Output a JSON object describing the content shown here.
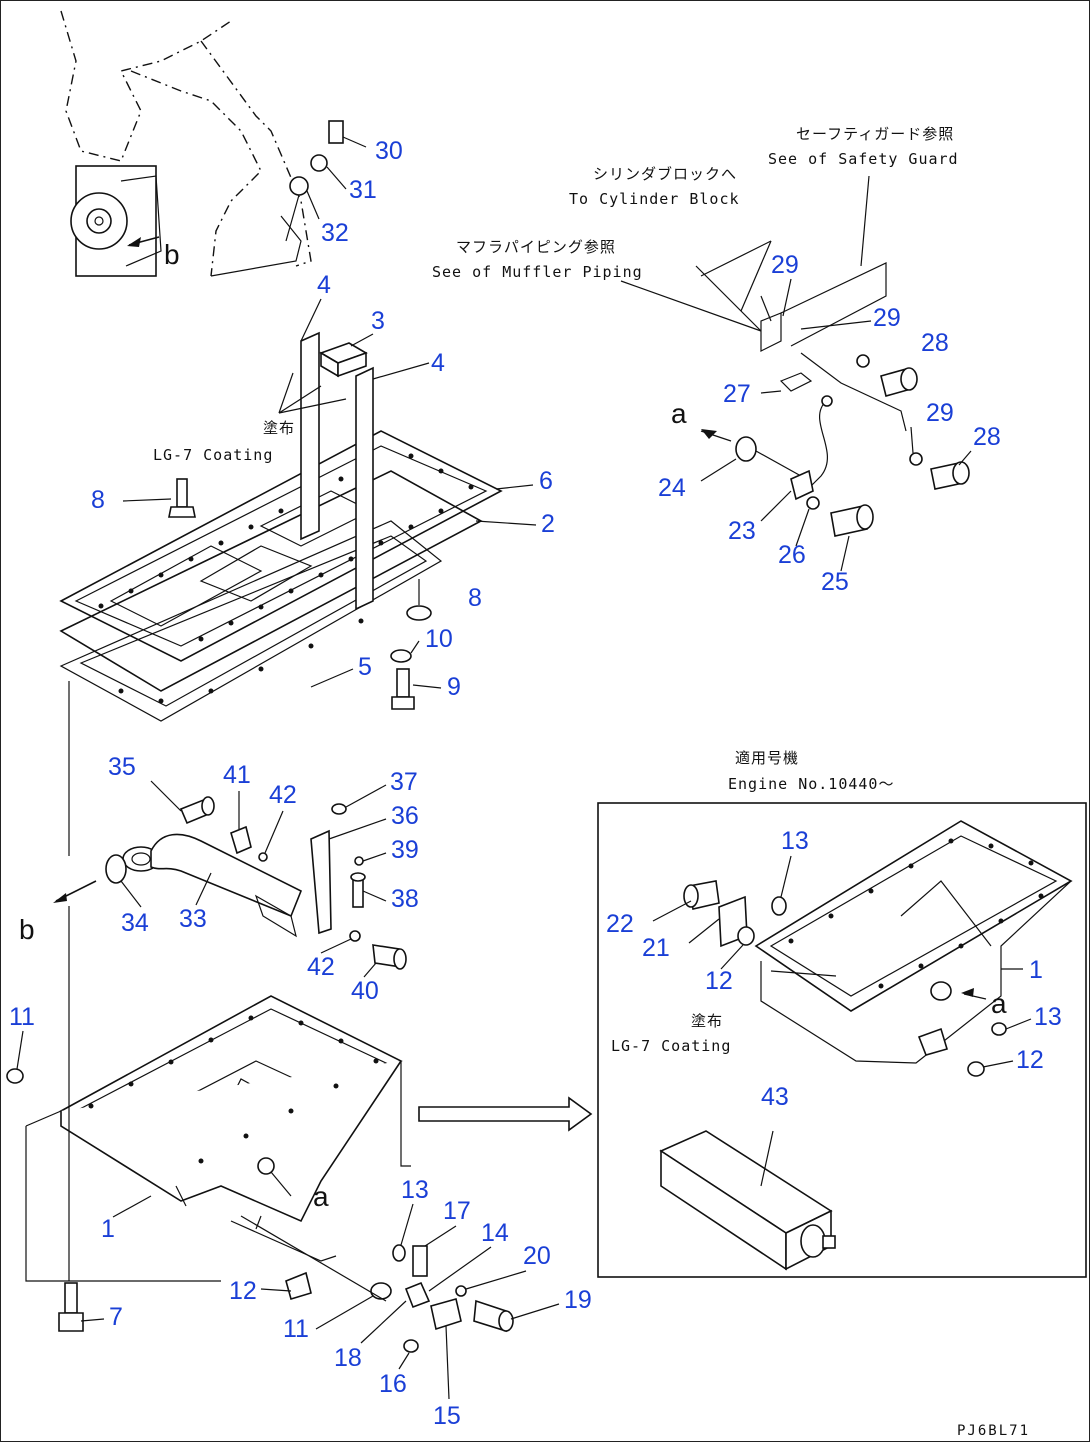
{
  "notes": {
    "safety_jp": "セーフティガード参照",
    "safety_en": "See of Safety Guard",
    "cylinder_jp": "シリンダブロックへ",
    "cylinder_en": "To Cylinder Block",
    "muffler_jp": "マフラパイピング参照",
    "muffler_en": "See of Muffler Piping",
    "coating_jp": "塗布",
    "coating_en": "LG-7 Coating",
    "coating2_jp": "塗布",
    "coating2_en": "LG-7 Coating",
    "engine_jp": "適用号機",
    "engine_en": "Engine No.10440～"
  },
  "markers": {
    "a1": "a",
    "a2": "a",
    "a3": "a",
    "b1": "b",
    "b2": "b"
  },
  "drawing_code": "PJ6BL71",
  "callouts": {
    "c30": "30",
    "c31": "31",
    "c32": "32",
    "c4a": "4",
    "c3": "3",
    "c4b": "4",
    "c8a": "8",
    "c6": "6",
    "c2": "2",
    "c8b": "8",
    "c10": "10",
    "c5": "5",
    "c9": "9",
    "c29a": "29",
    "c29b": "29",
    "c28a": "28",
    "c27": "27",
    "c29c": "29",
    "c28b": "28",
    "c24": "24",
    "c23": "23",
    "c26": "26",
    "c25": "25",
    "c35": "35",
    "c41": "41",
    "c42a": "42",
    "c37": "37",
    "c36": "36",
    "c39": "39",
    "c38": "38",
    "c34": "34",
    "c33": "33",
    "c42b": "42",
    "c40": "40",
    "c11a": "11",
    "c1": "1",
    "c12a": "12",
    "c11b": "11",
    "c7": "7",
    "c13a": "13",
    "c17": "17",
    "c14": "14",
    "c20": "20",
    "c19": "19",
    "c18": "18",
    "c16": "16",
    "c15": "15",
    "c13b": "13",
    "c22": "22",
    "c21": "21",
    "c12b": "12",
    "c1b": "1",
    "c13c": "13",
    "c12c": "12",
    "c43": "43"
  }
}
